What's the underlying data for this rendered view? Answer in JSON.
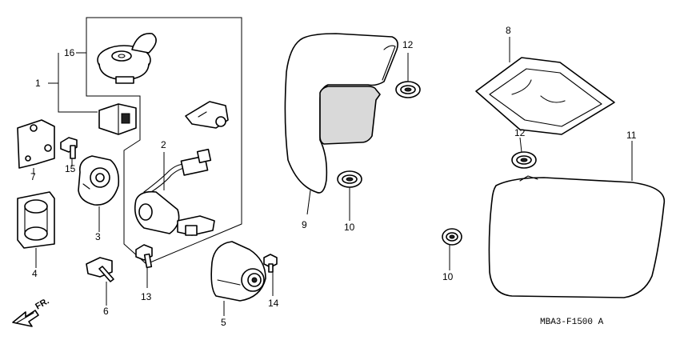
{
  "diagram": {
    "part_numbers": {
      "p1": "1",
      "p2": "2",
      "p3": "3",
      "p4": "4",
      "p5": "5",
      "p6": "6",
      "p7": "7",
      "p8": "8",
      "p9": "9",
      "p10a": "10",
      "p10b": "10",
      "p11": "11",
      "p12a": "12",
      "p12b": "12",
      "p13": "13",
      "p14": "14",
      "p15": "15",
      "p16": "16"
    },
    "direction_label": "FR.",
    "figure_code": "MBA3-F1500 A"
  }
}
